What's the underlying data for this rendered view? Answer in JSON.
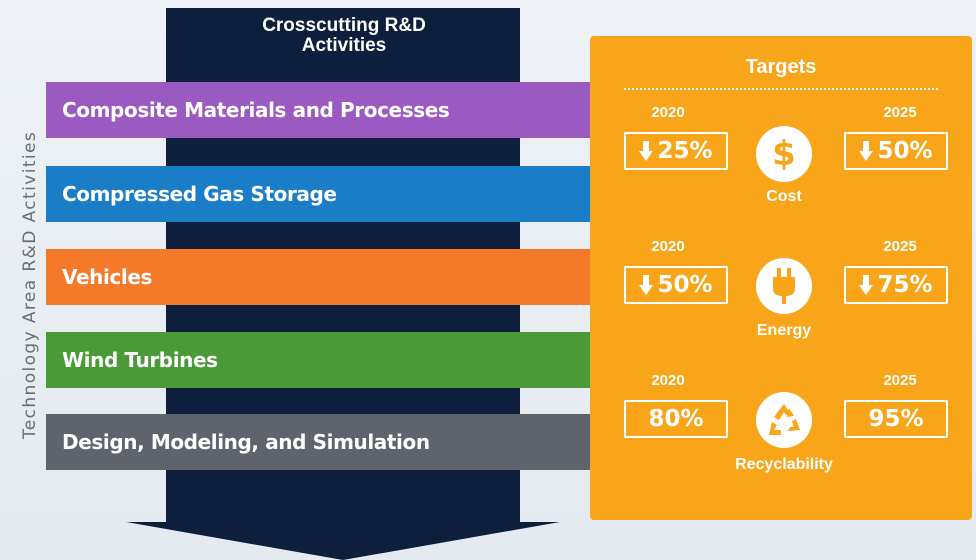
{
  "side_label": "Technology Area R&D Activities",
  "column_title": {
    "line1": "Crosscutting R&D",
    "line2": "Activities"
  },
  "activities": [
    {
      "label": "Composite Materials and Processes",
      "color": "#9b59c2"
    },
    {
      "label": "Compressed Gas Storage",
      "color": "#1a7dc8"
    },
    {
      "label": "Vehicles",
      "color": "#f47a2a"
    },
    {
      "label": "Wind Turbines",
      "color": "#4a9a38"
    },
    {
      "label": "Design, Modeling, and Simulation",
      "color": "#5f646c"
    }
  ],
  "targets": {
    "title": "Targets",
    "panel_color": "#f9a51a",
    "categories": [
      {
        "name": "Cost",
        "icon": "dollar-icon",
        "year_a": "2020",
        "value_a": "25%",
        "decrease_a": true,
        "year_b": "2025",
        "value_b": "50%",
        "decrease_b": true
      },
      {
        "name": "Energy",
        "icon": "plug-icon",
        "year_a": "2020",
        "value_a": "50%",
        "decrease_a": true,
        "year_b": "2025",
        "value_b": "75%",
        "decrease_b": true
      },
      {
        "name": "Recyclability",
        "icon": "recycle-icon",
        "year_a": "2020",
        "value_a": "80%",
        "decrease_a": false,
        "year_b": "2025",
        "value_b": "95%",
        "decrease_b": false
      }
    ]
  },
  "colors": {
    "navy": "#0d1f3c",
    "orange": "#f9a51a"
  }
}
